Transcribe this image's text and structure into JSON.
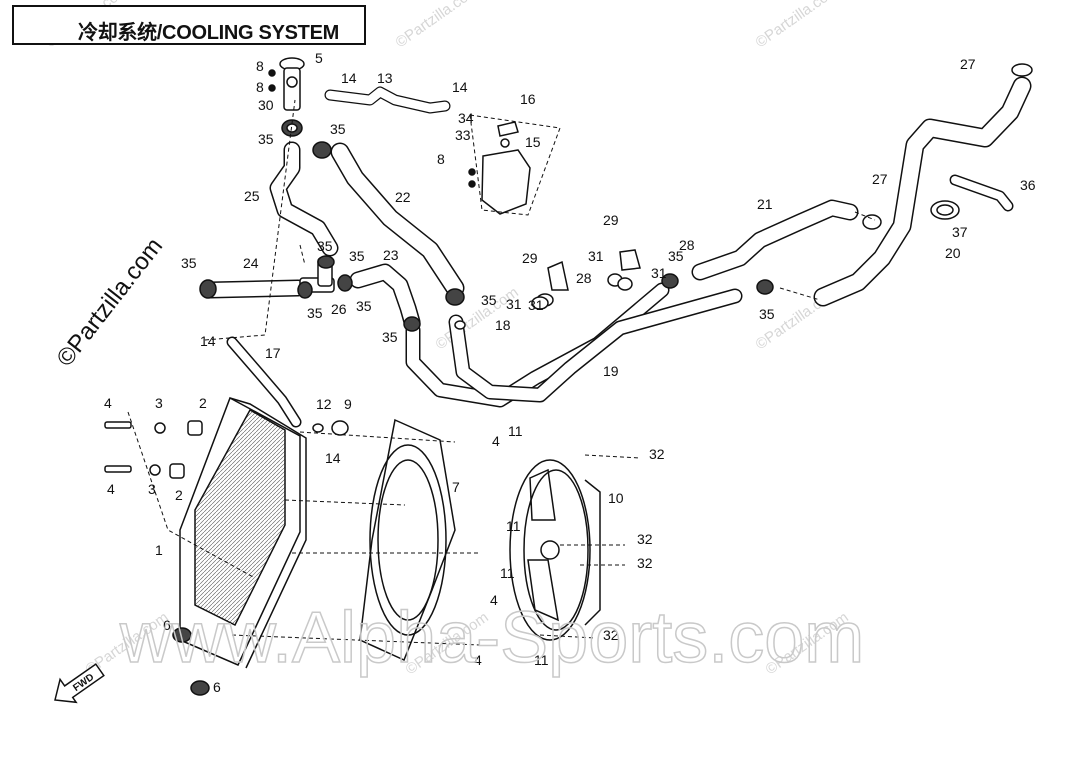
{
  "title": "冷却系统/COOLING SYSTEM",
  "watermarks": {
    "small": "©Partzilla.com",
    "side": "©Partzilla.com",
    "big": "www.Alpha-Sports.com"
  },
  "fwd_label": "FWD",
  "callouts": [
    "1",
    "2",
    "2",
    "3",
    "3",
    "4",
    "4",
    "4",
    "4",
    "4",
    "5",
    "6",
    "6",
    "7",
    "8",
    "8",
    "8",
    "9",
    "10",
    "11",
    "11",
    "11",
    "11",
    "12",
    "13",
    "14",
    "14",
    "14",
    "14",
    "15",
    "16",
    "17",
    "18",
    "19",
    "20",
    "21",
    "22",
    "23",
    "24",
    "25",
    "26",
    "27",
    "27",
    "28",
    "28",
    "29",
    "29",
    "30",
    "31",
    "31",
    "31",
    "31",
    "32",
    "32",
    "32",
    "32",
    "33",
    "34",
    "35",
    "35",
    "35",
    "35",
    "35",
    "35",
    "35",
    "35",
    "35",
    "35",
    "35",
    "36",
    "37"
  ],
  "colors": {
    "line": "#111111",
    "watermark": "#d6d6d6"
  }
}
